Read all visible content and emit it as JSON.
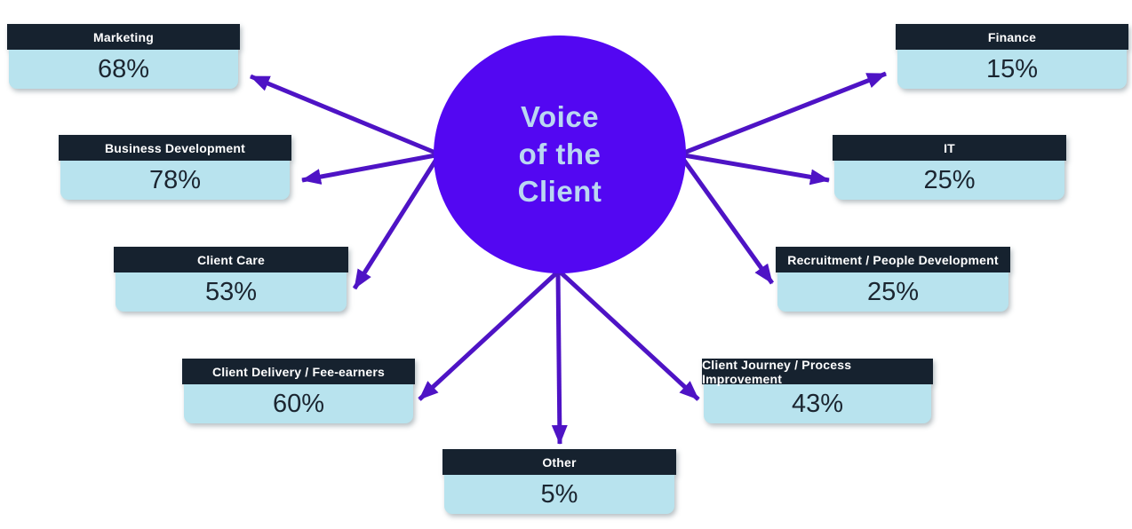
{
  "center": {
    "lines": [
      "Voice",
      "of the",
      "Client"
    ]
  },
  "colors": {
    "background": "#ffffff",
    "circle_bg": "#5307f2",
    "circle_text": "#bad7f2",
    "header_bg": "#16222f",
    "header_text": "#ffffff",
    "body_bg": "#b8e3ee",
    "body_text": "#1b2530",
    "arrow": "#4e13c5"
  },
  "nodes": [
    {
      "id": "marketing",
      "label": "Marketing",
      "value": "68%"
    },
    {
      "id": "business-development",
      "label": "Business Development",
      "value": "78%"
    },
    {
      "id": "client-care",
      "label": "Client Care",
      "value": "53%"
    },
    {
      "id": "client-delivery-fee-earners",
      "label": "Client Delivery / Fee-earners",
      "value": "60%"
    },
    {
      "id": "other",
      "label": "Other",
      "value": "5%"
    },
    {
      "id": "client-journey-process-improvement",
      "label": "Client Journey / Process Improvement",
      "value": "43%"
    },
    {
      "id": "recruitment-people-development",
      "label": "Recruitment / People Development",
      "value": "25%"
    },
    {
      "id": "it",
      "label": "IT",
      "value": "25%"
    },
    {
      "id": "finance",
      "label": "Finance",
      "value": "15%"
    }
  ],
  "chart_data": {
    "type": "bar",
    "title": "Voice of the Client",
    "categories": [
      "Marketing",
      "Business Development",
      "Client Care",
      "Client Delivery / Fee-earners",
      "Other",
      "Client Journey / Process Improvement",
      "Recruitment / People Development",
      "IT",
      "Finance"
    ],
    "values": [
      68,
      78,
      53,
      60,
      5,
      43,
      25,
      25,
      15
    ],
    "xlabel": "",
    "ylabel": "",
    "ylim": [
      0,
      100
    ]
  }
}
